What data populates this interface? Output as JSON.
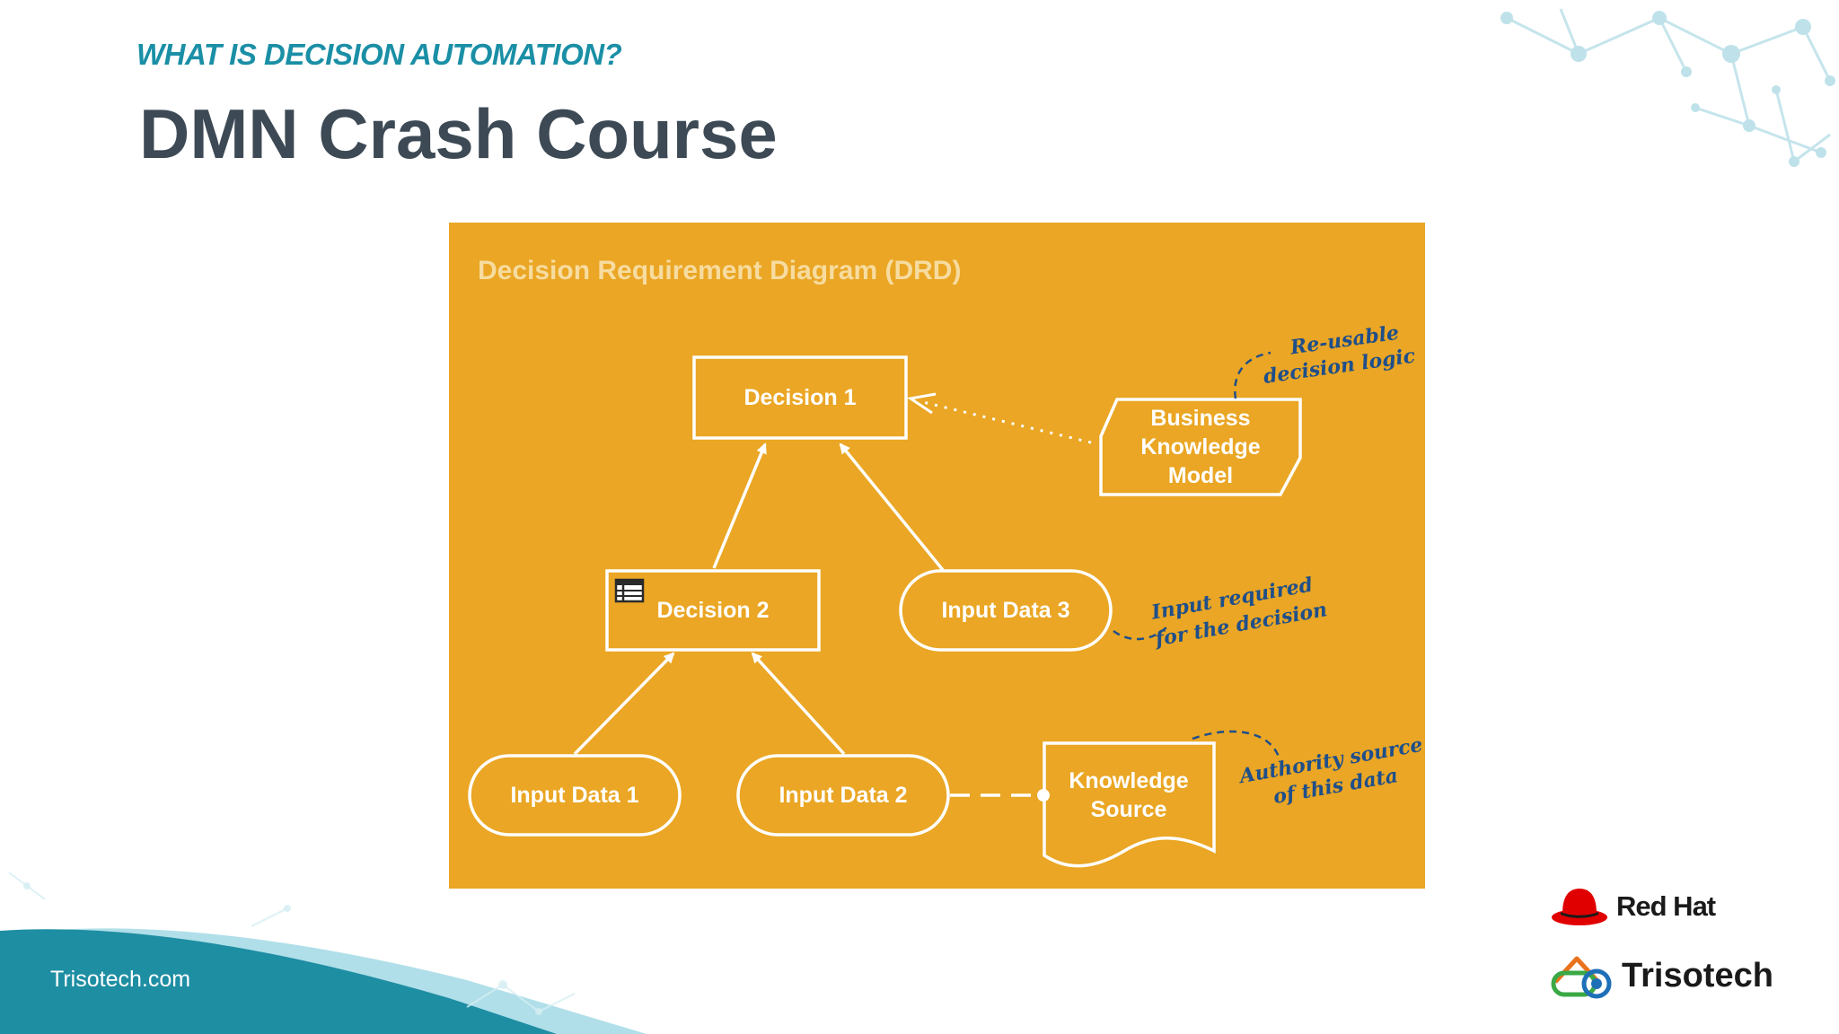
{
  "header": {
    "subtitle": "WHAT IS DECISION AUTOMATION?",
    "title": "DMN Crash Course"
  },
  "diagram": {
    "heading": "Decision Requirement Diagram (DRD)",
    "nodes": {
      "decision_1": "Decision 1",
      "decision_2": "Decision 2",
      "bkm": [
        "Business",
        "Knowledge",
        "Model"
      ],
      "input_data_1": "Input Data 1",
      "input_data_2": "Input Data 2",
      "input_data_3": "Input Data 3",
      "knowledge_source": [
        "Knowledge",
        "Source"
      ]
    },
    "annotations": {
      "bkm_note": [
        "Re-usable",
        "decision logic"
      ],
      "input_note": [
        "Input required",
        "for the decision"
      ],
      "source_note": [
        "Authority source",
        "of this data"
      ]
    },
    "colors": {
      "background": "#eaa624",
      "stroke": "#ffffff",
      "heading": "#f7dca0",
      "note": "#1f4f8a"
    },
    "icons": {
      "decision_table": "table-icon"
    }
  },
  "footer": {
    "site": "Trisotech.com"
  },
  "logos": {
    "redhat": "Red Hat",
    "trisotech": "Trisotech"
  }
}
